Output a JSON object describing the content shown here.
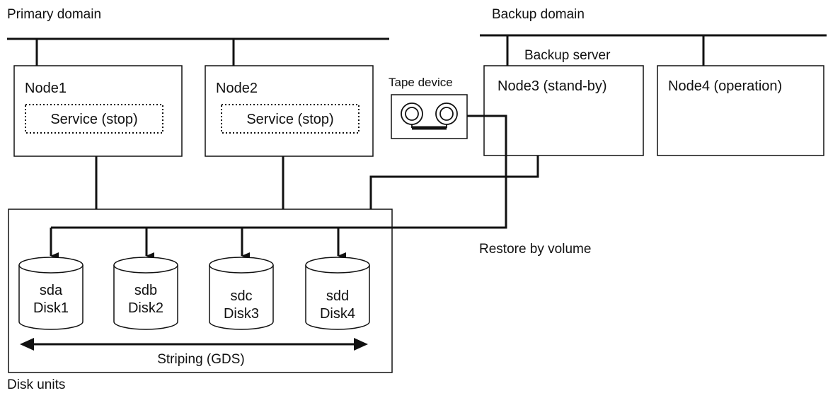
{
  "domains": {
    "primary_label": "Primary domain",
    "backup_label": "Backup domain"
  },
  "backup_server_label": "Backup server",
  "tape_device_label": "Tape device",
  "nodes": [
    {
      "label": "Node1",
      "service": "Service (stop)"
    },
    {
      "label": "Node2",
      "service": "Service (stop)"
    },
    {
      "label": "Node3 (stand-by)"
    },
    {
      "label": "Node4 (operation)"
    }
  ],
  "disks": [
    {
      "device": "sda",
      "name": "Disk1"
    },
    {
      "device": "sdb",
      "name": "Disk2"
    },
    {
      "device": "sdc",
      "name": "Disk3"
    },
    {
      "device": "sdd",
      "name": "Disk4"
    }
  ],
  "striping_label": "Striping (GDS)",
  "disk_units_label": "Disk units",
  "restore_label": "Restore by volume"
}
